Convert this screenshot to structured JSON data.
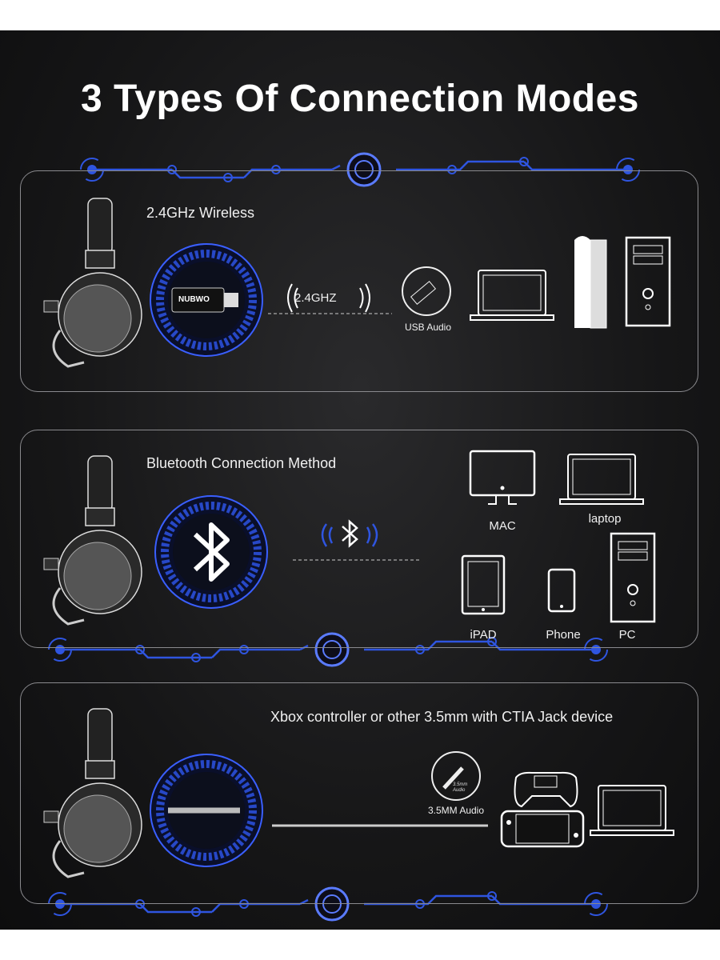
{
  "title": "3 Types Of Connection Modes",
  "colors": {
    "accent": "#2f55e0",
    "background": "#161617",
    "line": "#ffffff"
  },
  "modes": [
    {
      "label": "2.4GHz Wireless",
      "dongle_brand": "NUBWO",
      "signal_label": "2.4GHZ",
      "adapter_label": "USB Audio",
      "devices": [
        "laptop-icon",
        "playstation-icon",
        "desktop-pc-icon"
      ]
    },
    {
      "label": "Bluetooth Connection Method",
      "icon": "bluetooth-icon",
      "devices": [
        {
          "name": "MAC"
        },
        {
          "name": "laptop"
        },
        {
          "name": "iPAD"
        },
        {
          "name": "Phone"
        },
        {
          "name": "PC"
        }
      ]
    },
    {
      "label": "Xbox controller or other 3.5mm with CTIA Jack device",
      "adapter_label": "3.5MM Audio",
      "adapter_sublabel": "3.5mm Audio",
      "devices": [
        "gamepad-icon",
        "nintendo-switch-icon",
        "laptop-icon"
      ]
    }
  ]
}
